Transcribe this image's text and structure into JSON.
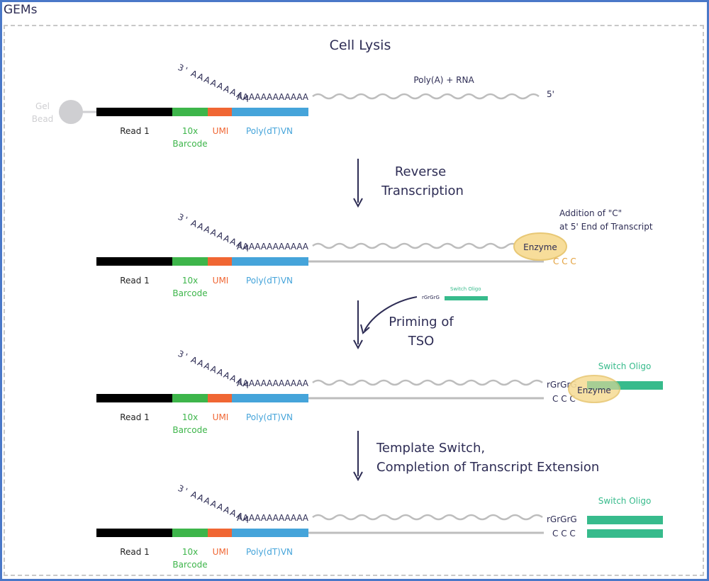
{
  "panel_title": "GEMs",
  "colors": {
    "frame": "#4a78c8",
    "dark_text": "#2e2d55",
    "read1": "#000000",
    "barcode": "#3db54a",
    "umi": "#f06633",
    "polydt": "#45a4da",
    "tso": "#37bb8c",
    "enzyme_fill": "#f7dd9a",
    "enzyme_stroke": "#e8c875",
    "ccc_orange": "#e3a03c",
    "rna_gray": "#bdbdbd",
    "gel_bead": "#cfcfd2"
  },
  "steps": [
    {
      "label_lines": [
        "Cell Lysis"
      ]
    },
    {
      "label_lines": [
        "Reverse",
        "Transcription"
      ]
    },
    {
      "label_lines": [
        "Priming of",
        "TSO"
      ]
    },
    {
      "label_lines": [
        "Template Switch,",
        "Completion of Transcript Extension"
      ]
    }
  ],
  "bead": {
    "label_lines": [
      "Gel",
      "Bead"
    ]
  },
  "oligo_segments": [
    {
      "name": "Read 1",
      "label_lines": [
        "Read 1"
      ]
    },
    {
      "name": "10x Barcode",
      "label_lines": [
        "10x",
        "Barcode"
      ]
    },
    {
      "name": "UMI",
      "label_lines": [
        "UMI"
      ]
    },
    {
      "name": "Poly(dT)VN",
      "label_lines": [
        "Poly(dT)VN"
      ]
    }
  ],
  "polya_tail_text": "3'AAAAAAAAAAAAAAAAAAAAA",
  "polya_tail": {
    "curved": "3'AAAAAAAAA",
    "straight": "AAAAAAAAAAAA"
  },
  "rna_label": "Poly(A) + RNA",
  "five_prime": "5'",
  "enzyme_label": "Enzyme",
  "addition_note": [
    "Addition of \"C\"",
    "at 5' End of Transcript"
  ],
  "ccc": "C C C",
  "rgrgrg": "rGrGrG",
  "switch_oligo": "Switch Oligo"
}
